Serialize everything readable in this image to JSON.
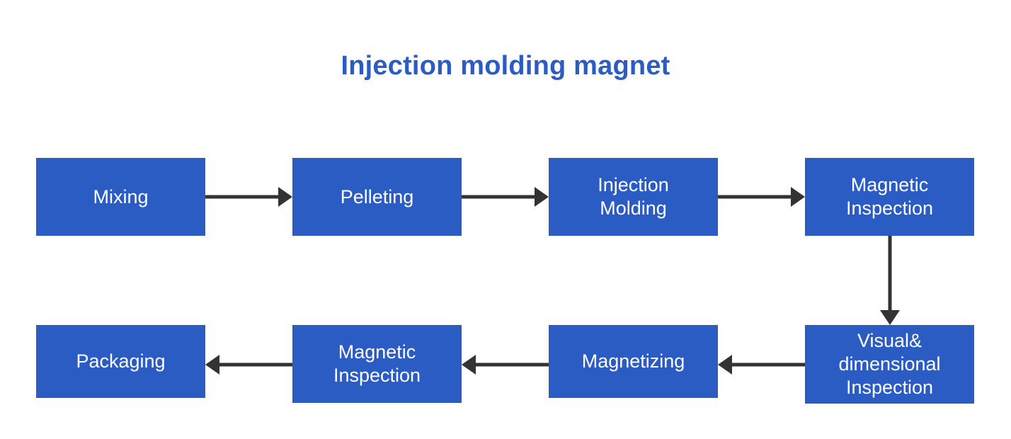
{
  "diagram": {
    "title": "Injection molding magnet",
    "type": "process-flowchart",
    "background_color": "#ffffff",
    "box_color": "#2b5cc4",
    "box_text_color": "#ffffff",
    "arrow_color": "#333333",
    "title_color": "#2b5cc4",
    "nodes": [
      {
        "id": "mixing",
        "label": "Mixing",
        "row": 1,
        "order": 1
      },
      {
        "id": "pelleting",
        "label": "Pelleting",
        "row": 1,
        "order": 2
      },
      {
        "id": "injection_molding",
        "label": "Injection\nMolding",
        "row": 1,
        "order": 3
      },
      {
        "id": "magnetic_inspection_1",
        "label": "Magnetic\nInspection",
        "row": 1,
        "order": 4
      },
      {
        "id": "visual_dimensional_inspection",
        "label": "Visual&\ndimensional\nInspection",
        "row": 2,
        "order": 5
      },
      {
        "id": "magnetizing",
        "label": "Magnetizing",
        "row": 2,
        "order": 6
      },
      {
        "id": "magnetic_inspection_2",
        "label": "Magnetic\nInspection",
        "row": 2,
        "order": 7
      },
      {
        "id": "packaging",
        "label": "Packaging",
        "row": 2,
        "order": 8
      }
    ],
    "edges": [
      {
        "from": "mixing",
        "to": "pelleting",
        "direction": "right"
      },
      {
        "from": "pelleting",
        "to": "injection_molding",
        "direction": "right"
      },
      {
        "from": "injection_molding",
        "to": "magnetic_inspection_1",
        "direction": "right"
      },
      {
        "from": "magnetic_inspection_1",
        "to": "visual_dimensional_inspection",
        "direction": "down"
      },
      {
        "from": "visual_dimensional_inspection",
        "to": "magnetizing",
        "direction": "left"
      },
      {
        "from": "magnetizing",
        "to": "magnetic_inspection_2",
        "direction": "left"
      },
      {
        "from": "magnetic_inspection_2",
        "to": "packaging",
        "direction": "left"
      }
    ]
  }
}
